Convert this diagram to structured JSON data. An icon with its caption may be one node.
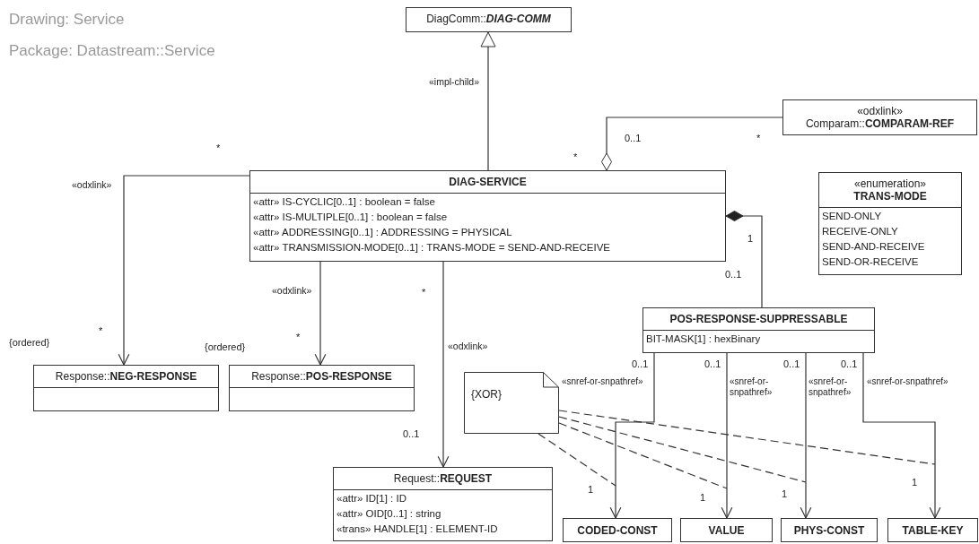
{
  "diagram": {
    "nodes": [
      {
        "text": [
          "DiagComm::**DIAG-COMM**"
        ]
      },
      {
        "text": [
          "«odxlink»",
          "Comparam::**COMPARAM-REF**"
        ]
      },
      {
        "text": [
          "DIAG-SERVICE",
          "«attr» IS-CYCLIC[0..1] : boolean = false",
          "«attr» IS-MULTIPLE[0..1] : boolean = false",
          "«attr» ADDRESSING[0..1] : ADDRESSING = PHYSICAL",
          "«attr» TRANSMISSION-MODE[0..1] : TRANS-MODE = SEND-AND-RECEIVE"
        ]
      },
      {
        "text": [
          "«enumeration»",
          "TRANS-MODE",
          "SEND-ONLY",
          "RECEIVE-ONLY",
          "SEND-AND-RECEIVE",
          "SEND-OR-RECEIVE"
        ]
      },
      {
        "text": [
          "POS-RESPONSE-SUPPRESSABLE",
          "BIT-MASK[1] : hexBinary"
        ]
      },
      {
        "text": [
          "Response::**NEG-RESPONSE**"
        ]
      },
      {
        "text": [
          "Response::**POS-RESPONSE**"
        ]
      },
      {
        "text": [
          "{XOR}"
        ]
      },
      {
        "text": [
          "Request::**REQUEST**",
          "«attr» ID[1] : ID",
          "«attr» OID[0..1] : string",
          "«trans» HANDLE[1] : ELEMENT-ID"
        ]
      },
      {
        "text": [
          "CODED-CONST"
        ]
      },
      {
        "text": [
          "VALUE"
        ]
      },
      {
        "text": [
          "PHYS-CONST"
        ]
      },
      {
        "text": [
          "TABLE-KEY"
        ]
      }
    ],
    "edges": [
      {
        "from": 2,
        "to": 0,
        "arrow": "to",
        "label": "«impl-child»"
      },
      {
        "from": 1,
        "to": 2,
        "arrow": "other"
      },
      {
        "from": 4,
        "to": 2,
        "arrow": "other"
      },
      {
        "from": 2,
        "to": 5,
        "arrow": "to",
        "label": "«odxlink»"
      },
      {
        "from": 2,
        "to": 6,
        "arrow": "to",
        "label": "«odxlink»"
      },
      {
        "from": 2,
        "to": 8,
        "arrow": "to",
        "label": "«odxlink»"
      },
      {
        "from": 4,
        "to": 9,
        "arrow": "to",
        "label": "«snref-or-snpathref»"
      },
      {
        "from": 4,
        "to": 10,
        "arrow": "to",
        "label": "«snref-or-snpathref»"
      },
      {
        "from": 4,
        "to": 11,
        "arrow": "to",
        "label": "«snref-or-snpathref»"
      },
      {
        "from": 4,
        "to": 12,
        "arrow": "to",
        "label": "«snref-or-snpathref»"
      },
      {
        "from": 7,
        "to": null,
        "arrow": "none",
        "style": "dashed"
      },
      {
        "from": 7,
        "to": null,
        "arrow": "none",
        "style": "dashed"
      },
      {
        "from": 7,
        "to": null,
        "arrow": "none",
        "style": "dashed"
      },
      {
        "from": 7,
        "to": null,
        "arrow": "none",
        "style": "dashed"
      }
    ],
    "labels": [
      "Drawing: Service",
      "Package: Datastream::Service",
      "*",
      "*",
      "0..1",
      "*",
      "1",
      "0..1",
      "*",
      "{ordered}",
      "*",
      "{ordered}",
      "*",
      "0..1",
      "0..1",
      "0..1",
      "0..1",
      "0..1",
      "1",
      "1",
      "1",
      "1"
    ]
  }
}
